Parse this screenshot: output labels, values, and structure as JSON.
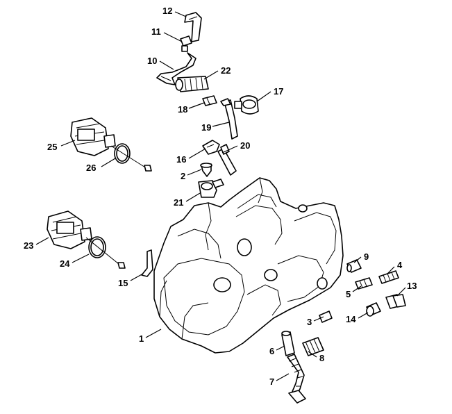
{
  "diagram": {
    "callouts": [
      "1",
      "2",
      "3",
      "4",
      "5",
      "6",
      "7",
      "8",
      "9",
      "10",
      "11",
      "12",
      "13",
      "14",
      "15",
      "16",
      "17",
      "18",
      "19",
      "20",
      "21",
      "22",
      "23",
      "24",
      "25",
      "26"
    ]
  }
}
